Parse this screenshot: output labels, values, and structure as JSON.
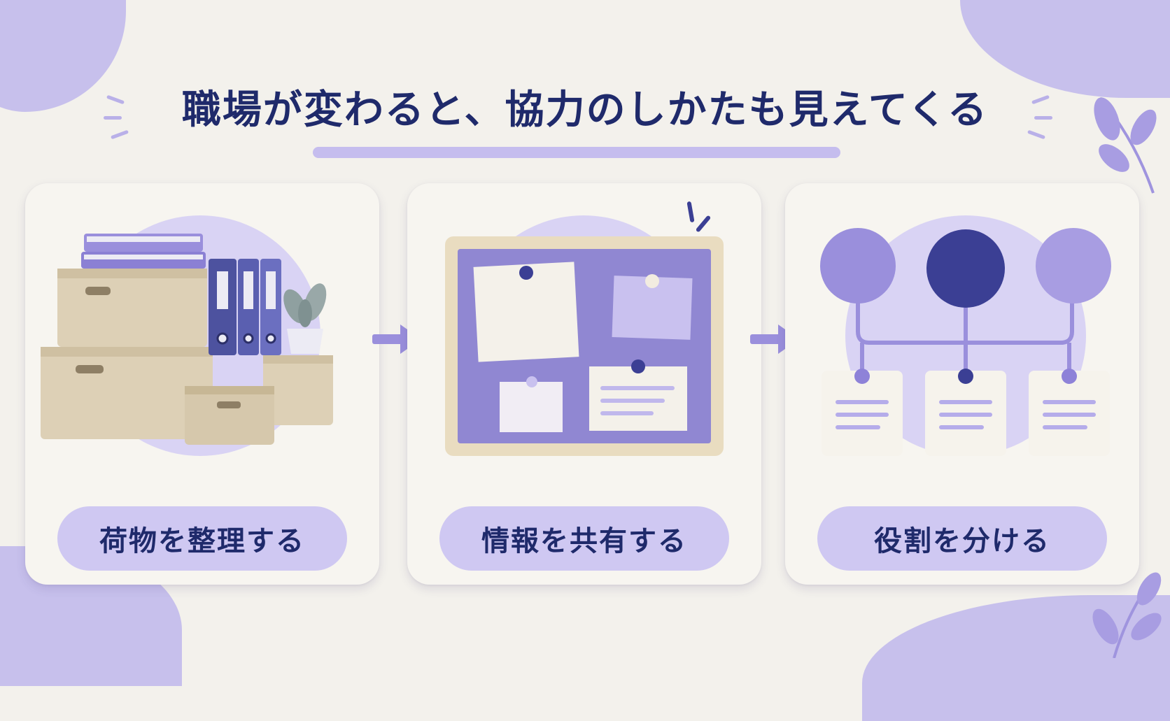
{
  "title": "職場が変わると、協力のしかたも見えてくる",
  "steps": [
    {
      "label": "荷物を整理する",
      "icon": "boxes-and-binders-icon"
    },
    {
      "label": "情報を共有する",
      "icon": "bulletin-board-icon"
    },
    {
      "label": "役割を分ける",
      "icon": "org-chart-icon"
    }
  ],
  "colors": {
    "background": "#f3f1ec",
    "card": "#f7f5f0",
    "accent_light": "#cfc8f2",
    "accent": "#8e82d8",
    "accent_dark": "#3b3f94",
    "title_text": "#1f2a6b",
    "cardboard": "#ddd0b6"
  }
}
